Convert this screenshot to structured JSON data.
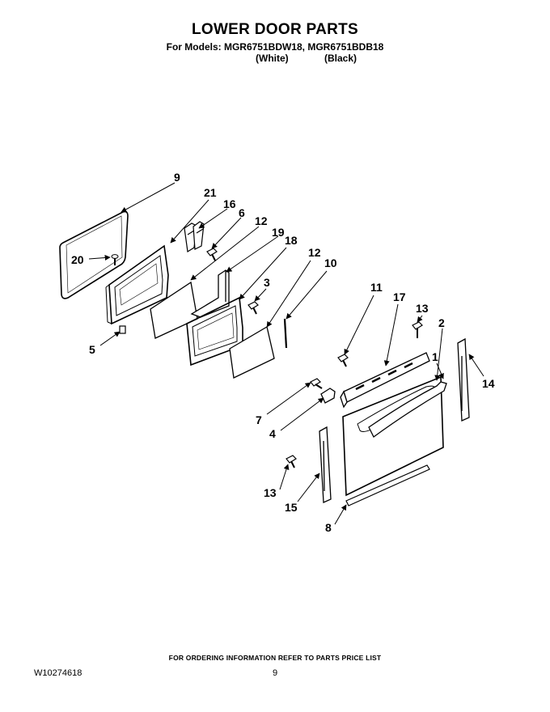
{
  "header": {
    "title": "LOWER DOOR PARTS",
    "models_line": "For Models: MGR6751BDW18, MGR6751BDB18",
    "color_white": "(White)",
    "color_black": "(Black)"
  },
  "callouts": {
    "c1": "1",
    "c2": "2",
    "c3": "3",
    "c4": "4",
    "c5": "5",
    "c6": "6",
    "c7": "7",
    "c8": "8",
    "c9": "9",
    "c10": "10",
    "c11": "11",
    "c12a": "12",
    "c12b": "12",
    "c13a": "13",
    "c13b": "13",
    "c14": "14",
    "c15": "15",
    "c16": "16",
    "c17": "17",
    "c18": "18",
    "c19": "19",
    "c20": "20",
    "c21": "21"
  },
  "footer": {
    "ordering_note": "FOR ORDERING INFORMATION REFER TO PARTS PRICE LIST",
    "doc_number": "W10274618",
    "page_number": "9"
  }
}
